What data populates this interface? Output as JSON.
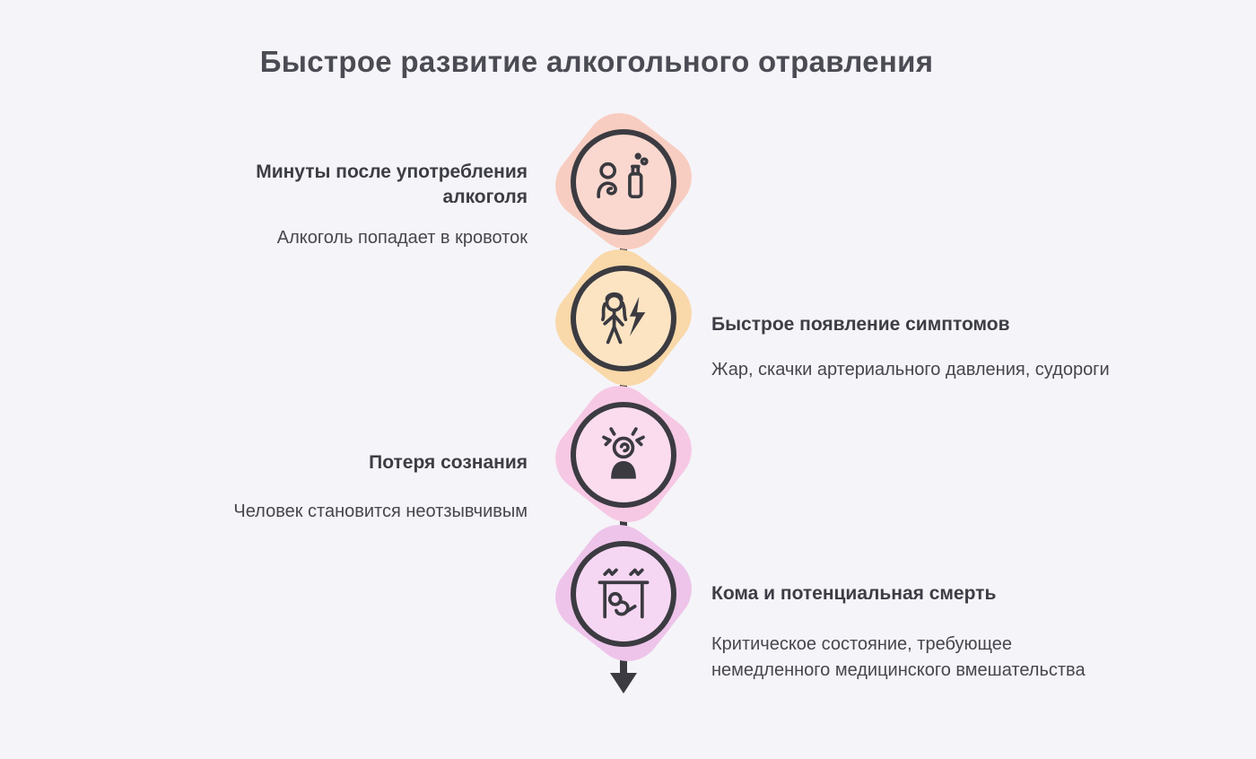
{
  "title": "Быстрое развитие алкогольного отравления",
  "colors": {
    "background": "#f5f4f8",
    "line": "#3b3b41",
    "heading_text": "#3d3d45",
    "body_text": "#46464e",
    "title_text": "#4b4b54"
  },
  "steps": [
    {
      "side": "left",
      "heading": "Минуты после употребления алкоголя",
      "description": "Алкоголь попадает в кровоток",
      "icon": "drinking-person-with-bottle-icon",
      "circle_color": "#fbd8cf",
      "blob_color": "#f8cdc1"
    },
    {
      "side": "right",
      "heading": "Быстрое появление симптомов",
      "description": "Жар, скачки артериального давления, судороги",
      "icon": "person-with-lightning-icon",
      "circle_color": "#fce4c3",
      "blob_color": "#f9d8a9"
    },
    {
      "side": "left",
      "heading": "Потеря сознания",
      "description": "Человек становится неотзывчивым",
      "icon": "dizzy-person-icon",
      "circle_color": "#fadcee",
      "blob_color": "#f6c8e4"
    },
    {
      "side": "right",
      "heading": "Кома и потенциальная смерть",
      "description": "Критическое состояние, требующее немедленного медицинского вмешательства",
      "icon": "person-under-table-icon",
      "circle_color": "#f6d7f3",
      "blob_color": "#eec4ea"
    }
  ]
}
